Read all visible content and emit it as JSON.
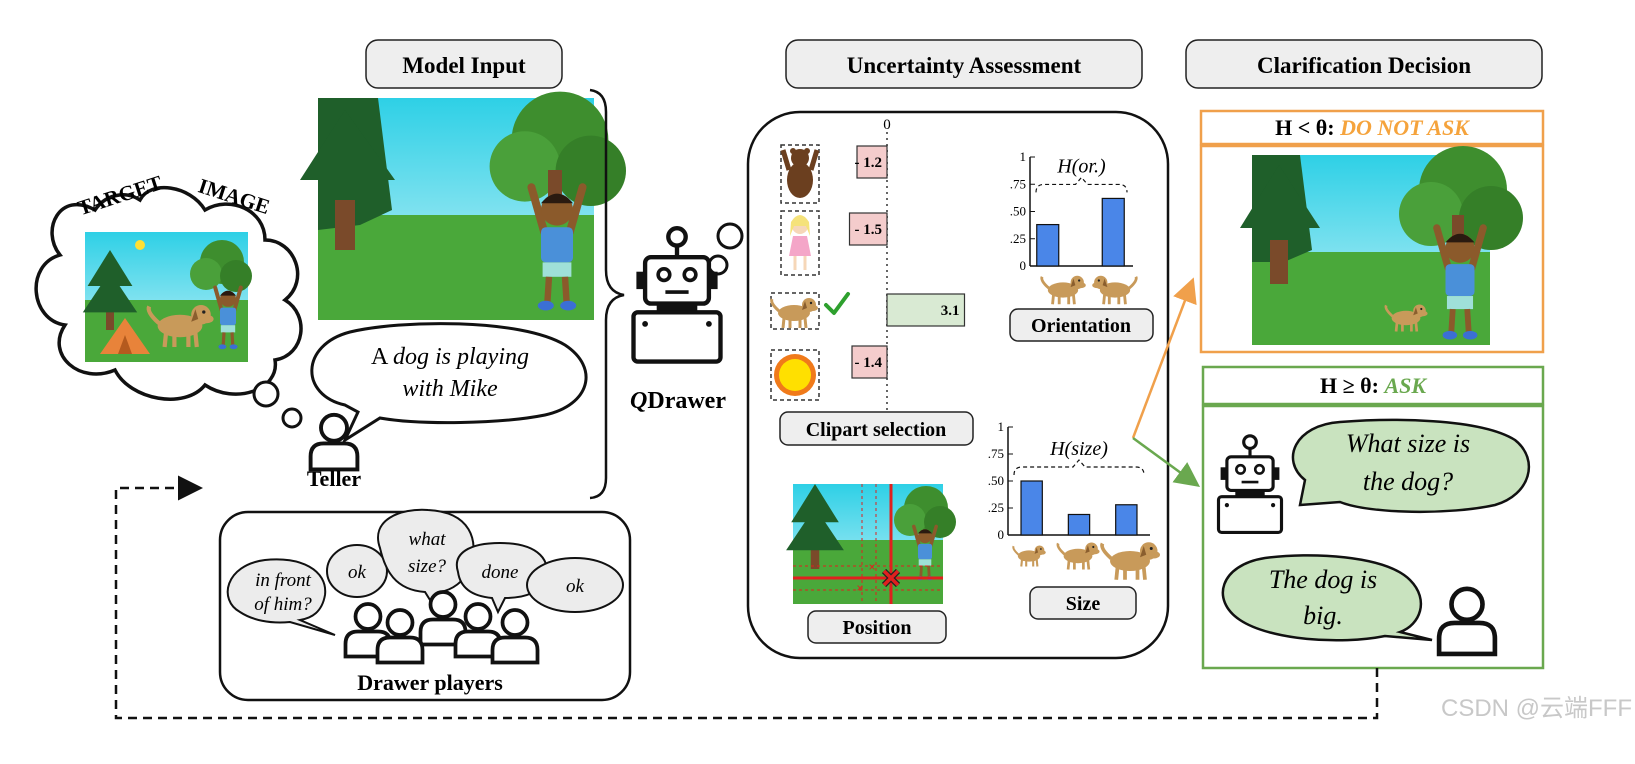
{
  "headers": {
    "model_input": "Model Input",
    "uncertainty": "Uncertainty Assessment",
    "clarification": "Clarification Decision"
  },
  "target_image": {
    "word1": "TARGET",
    "word2": "IMAGE"
  },
  "teller": {
    "label": "Teller",
    "utterance_line1": "A dog is playing",
    "utterance_line2": "with Mike",
    "utterance_italic_word": "dog"
  },
  "drawer_players": {
    "label": "Drawer players",
    "bubbles": [
      "in front of him?",
      "ok",
      "what size?",
      "done",
      "ok"
    ],
    "bubble_lines": [
      [
        "in front",
        "of him?"
      ],
      [
        "ok"
      ],
      [
        "what",
        "size?"
      ],
      [
        "done"
      ],
      [
        "ok"
      ]
    ]
  },
  "qdrawer": {
    "label_q": "Q",
    "label_rest": "Drawer"
  },
  "clipart_selection": {
    "label": "Clipart selection",
    "axis_zero": "0",
    "items": [
      {
        "name": "bear",
        "score": -1.2,
        "score_text": "- 1.2",
        "selected": false
      },
      {
        "name": "girl",
        "score": -1.5,
        "score_text": "- 1.5",
        "selected": false
      },
      {
        "name": "dog",
        "score": 3.1,
        "score_text": "3.1",
        "selected": true
      },
      {
        "name": "sun",
        "score": -1.4,
        "score_text": "- 1.4",
        "selected": false
      }
    ],
    "colors": {
      "negative": "#f4cccc",
      "positive": "#d9ead3",
      "check": "#2ea02e"
    }
  },
  "orientation": {
    "label": "Orientation",
    "entropy_label": "H(or.)",
    "yticks": [
      "1",
      ".75",
      ".50",
      ".25",
      "0"
    ],
    "values": [
      0.38,
      0.62
    ],
    "bar_color": "#4a86e8"
  },
  "size": {
    "label": "Size",
    "entropy_label": "H(size)",
    "yticks": [
      "1",
      ".75",
      ".50",
      ".25",
      "0"
    ],
    "values": [
      0.5,
      0.19,
      0.28
    ],
    "bar_color": "#4a86e8"
  },
  "position": {
    "label": "Position"
  },
  "decision": {
    "no_ask_prefix": "H < θ: ",
    "no_ask_label": "DO NOT ASK",
    "no_ask_color": "#f5a33c",
    "ask_prefix": "H ≥ θ: ",
    "ask_label": "ASK",
    "ask_color": "#6aa84f",
    "question_line1": "What size is",
    "question_line2": "the dog?",
    "answer_line1": "The dog is",
    "answer_line2": "big.",
    "bubble_fill": "#c9e3bf"
  },
  "watermark": "CSDN @云端FFF"
}
